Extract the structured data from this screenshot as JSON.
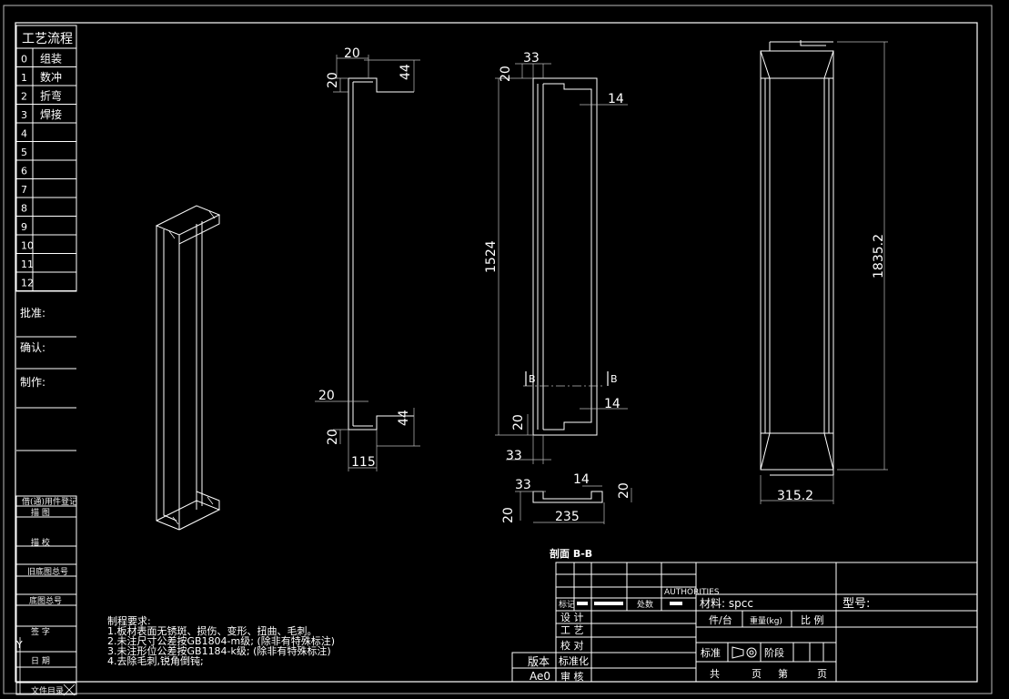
{
  "process_table": {
    "title": "工艺流程",
    "steps": [
      {
        "no": "0",
        "name": "组装"
      },
      {
        "no": "1",
        "name": "数冲"
      },
      {
        "no": "2",
        "name": "折弯"
      },
      {
        "no": "3",
        "name": "焊接"
      },
      {
        "no": "4",
        "name": ""
      },
      {
        "no": "5",
        "name": ""
      },
      {
        "no": "6",
        "name": ""
      },
      {
        "no": "7",
        "name": ""
      },
      {
        "no": "8",
        "name": ""
      },
      {
        "no": "9",
        "name": ""
      },
      {
        "no": "10",
        "name": ""
      },
      {
        "no": "11",
        "name": ""
      },
      {
        "no": "12",
        "name": ""
      }
    ],
    "approve": "批准:",
    "confirm": "确认:",
    "made_by": "制作:"
  },
  "left_strip": {
    "borrow": "借(通)用件登记",
    "drawn": "描  图",
    "traced": "描  校",
    "old_no": "旧底图总号",
    "base_no": "底图总号",
    "signature": "签  字",
    "date": "日  期",
    "file_index": "文件目录"
  },
  "dimensions": {
    "side_top_w": "20",
    "side_top_h1": "20",
    "side_top_h2": "44",
    "side_bot_w": "20",
    "side_bot_h1": "20",
    "side_bot_h2": "44",
    "side_width": "115",
    "front_top_w": "33",
    "front_top_h": "20",
    "front_top_r": "14",
    "front_height": "1524",
    "front_bot_r": "14",
    "front_bot_h": "20",
    "front_bot_w": "33",
    "section_marker": "B",
    "sec_w1": "33",
    "sec_w2": "14",
    "sec_h1": "20",
    "sec_h2": "20",
    "sec_width": "235",
    "sec_title": "剖面 B-B",
    "right_height": "1835.2",
    "right_width": "315.2"
  },
  "notes": {
    "title": "制程要求:",
    "lines": [
      "1.板材表面无锈斑、损伤、变形、扭曲、毛刺。",
      "2.未注尺寸公差按GB1804-m级; (除非有特殊标注)",
      "3.未注形位公差按GB1184-k级; (除非有特殊标注)",
      "4.去除毛刺,锐角倒钝;"
    ]
  },
  "title_block": {
    "mark": "标记",
    "qty": "处数",
    "cert": "AUTHORITIES",
    "design": "设 计",
    "process": "工 艺",
    "check": "校 对",
    "standard": "标准化",
    "review": "审 核",
    "version_label": "版本",
    "version": "Ae0",
    "material": "材料: spcc",
    "model": "型号:",
    "part_per": "件/台",
    "weight": "重量(kg)",
    "scale": "比 例",
    "std": "标准",
    "stage": "阶段",
    "total": "共",
    "sheets": "页",
    "no": "第",
    "sheet": "页"
  }
}
